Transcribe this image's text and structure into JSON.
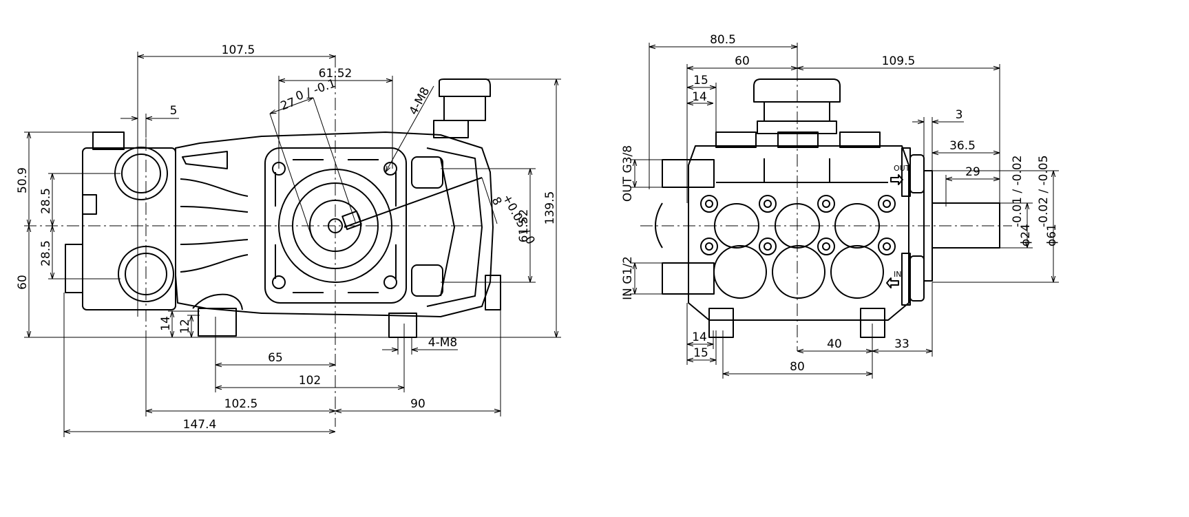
{
  "side_view": {
    "dims": {
      "d107_5": "107.5",
      "d61_52_top": "61.52",
      "d5": "5",
      "d27": "27",
      "d27_tol": "0 / -0.1",
      "d4m8_top": "4-M8",
      "d8": "8",
      "d8_tol": "+0.05 / 0",
      "d50_9": "50.9",
      "d28_5_a": "28.5",
      "d28_5_b": "28.5",
      "d60": "60",
      "d14": "14",
      "d12": "12",
      "d61_52_right": "61.52",
      "d139_5": "139.5",
      "d4m8_bottom": "4-M8",
      "d65": "65",
      "d102": "102",
      "d102_5": "102.5",
      "d90": "90",
      "d147_4": "147.4"
    }
  },
  "front_view": {
    "dims": {
      "d80_5": "80.5",
      "d60": "60",
      "d109_5": "109.5",
      "d15_top": "15",
      "d14_top": "14",
      "d3": "3",
      "d36_5": "36.5",
      "d29": "29",
      "out_port": "OUT G3/8",
      "in_port": "IN G1/2",
      "shaft_d24": "ϕ24",
      "shaft_d24_tol": "-0.01 / -0.02",
      "shaft_d61": "ϕ61",
      "shaft_d61_tol": "-0.02 / -0.05",
      "d14_bottom": "14",
      "d15_bottom": "15",
      "d40": "40",
      "d33": "33",
      "d80": "80"
    },
    "labels": {
      "out_mark": "OUT",
      "in_mark": "IN"
    }
  }
}
